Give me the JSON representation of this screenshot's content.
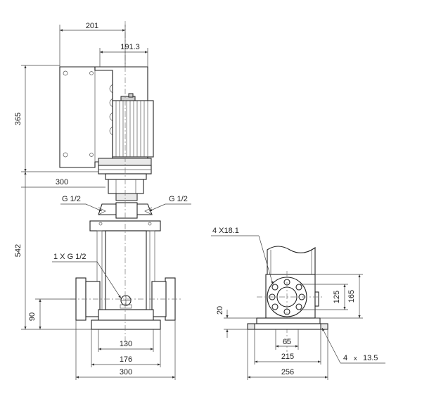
{
  "drawing": {
    "colors": {
      "line": "#222222",
      "fill": "#e9e9e9",
      "background": "#ffffff"
    },
    "front_view": {
      "dim_top_width": "201",
      "dim_motor_width": "191.3",
      "dim_motor_height": "365",
      "dim_motor_to_ports": "300",
      "dim_pump_height": "542",
      "dim_port_height": "90",
      "port_left": "G 1/2",
      "port_right": "G 1/2",
      "drain_port": "1 X G 1/2",
      "dim_base_inner": "130",
      "dim_base_middle": "176",
      "dim_base_outer": "300"
    },
    "side_view": {
      "bolt_holes": "4 X18.1",
      "dim_flange_pcd": "125",
      "dim_flange_od": "165",
      "dim_base_thickness": "20",
      "dim_center_65": "65",
      "dim_base_215": "215",
      "dim_base_256": "256",
      "base_holes": "4",
      "base_holes_times": "x",
      "base_hole_size": "13.5"
    }
  }
}
